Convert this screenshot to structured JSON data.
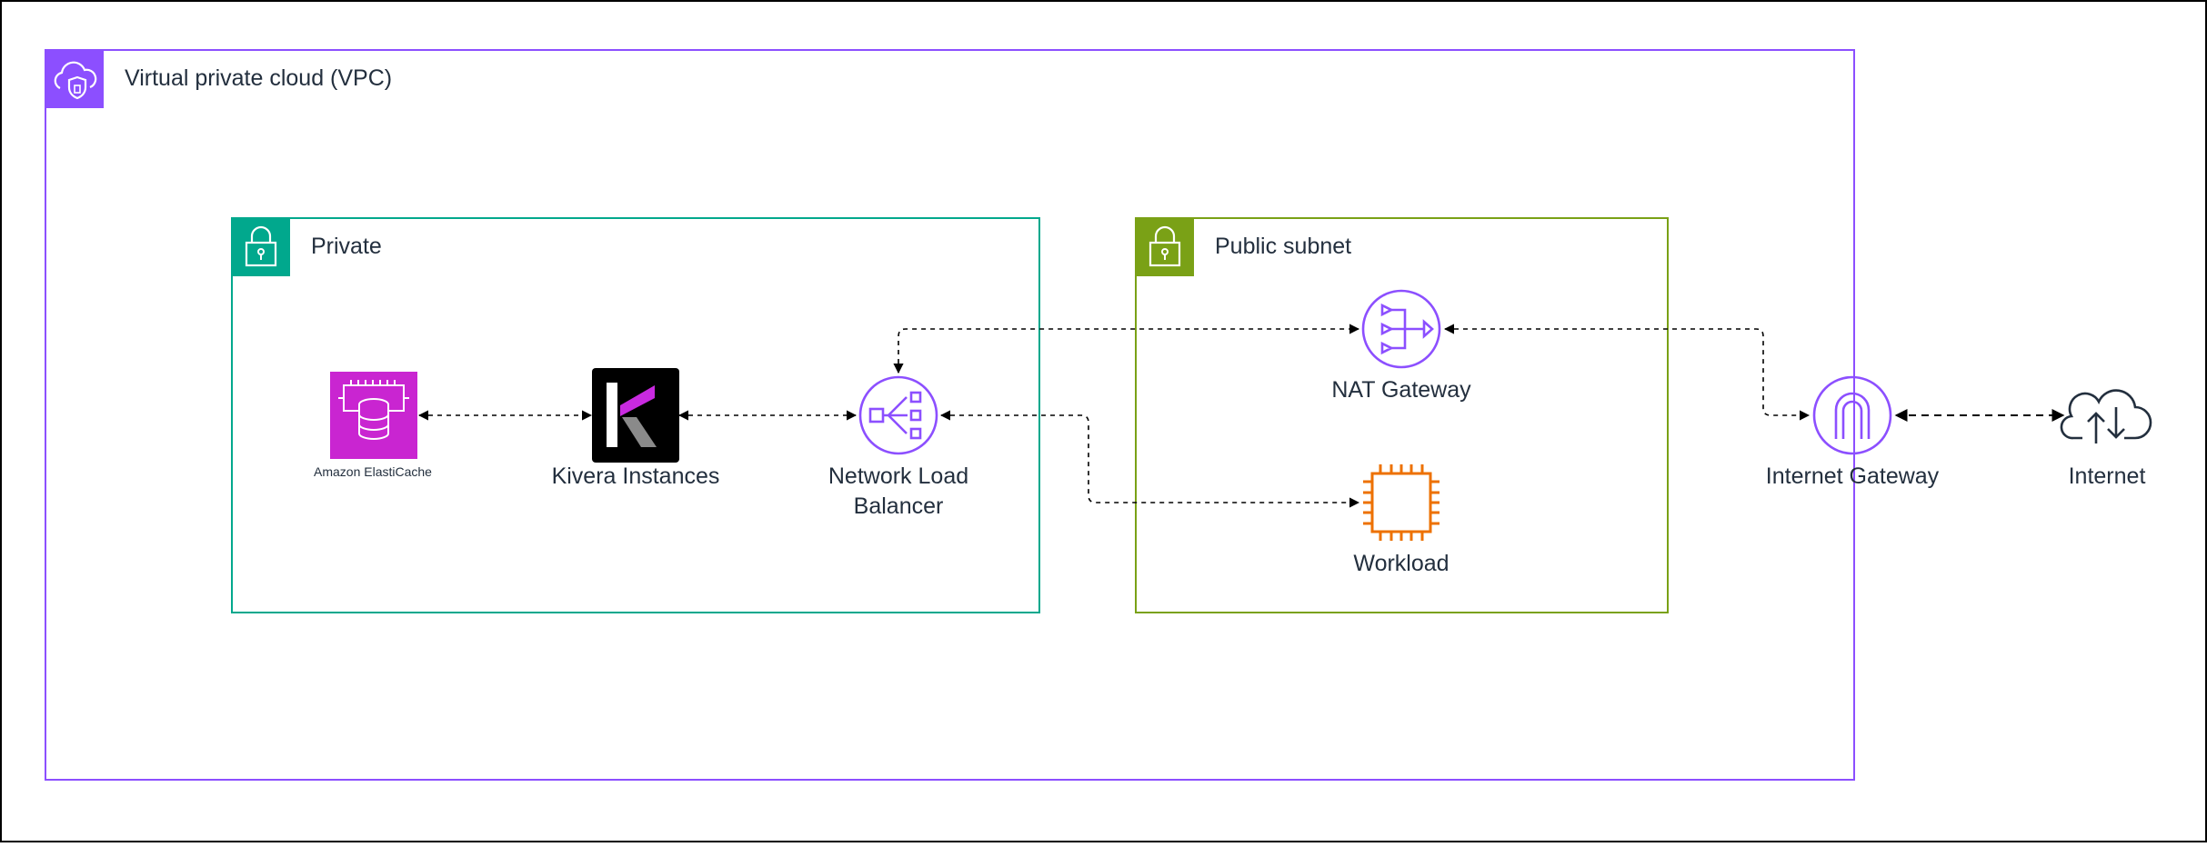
{
  "diagram": {
    "groups": {
      "vpc": {
        "title": "Virtual private cloud (VPC)",
        "color": "#8c4fff"
      },
      "private": {
        "title": "Private",
        "color": "#01a88d"
      },
      "public": {
        "title": "Public subnet",
        "color": "#7aa116"
      }
    },
    "nodes": {
      "elasticache": {
        "label": "Amazon ElastiCache",
        "color": "#c925d1"
      },
      "kivera": {
        "label": "Kivera Instances",
        "color": "#000000"
      },
      "nlb": {
        "label_line1": "Network Load",
        "label_line2": "Balancer",
        "color": "#8c4fff"
      },
      "nat": {
        "label": "NAT Gateway",
        "color": "#8c4fff"
      },
      "workload": {
        "label": "Workload",
        "color": "#ed7100"
      },
      "igw": {
        "label": "Internet Gateway",
        "color": "#8c4fff"
      },
      "internet": {
        "label": "Internet",
        "color": "#232f3e"
      }
    },
    "edges": [
      {
        "from": "Amazon ElastiCache",
        "to": "Kivera Instances",
        "style": "dashed",
        "arrows": "both"
      },
      {
        "from": "Kivera Instances",
        "to": "Network Load Balancer",
        "style": "dashed",
        "arrows": "both"
      },
      {
        "from": "Network Load Balancer",
        "to": "NAT Gateway",
        "style": "dashed",
        "arrows": "both"
      },
      {
        "from": "Network Load Balancer",
        "to": "Workload",
        "style": "dashed",
        "arrows": "both"
      },
      {
        "from": "NAT Gateway",
        "to": "Internet Gateway",
        "style": "dashed",
        "arrows": "both"
      },
      {
        "from": "Internet Gateway",
        "to": "Internet",
        "style": "dashed",
        "arrows": "both"
      }
    ]
  }
}
